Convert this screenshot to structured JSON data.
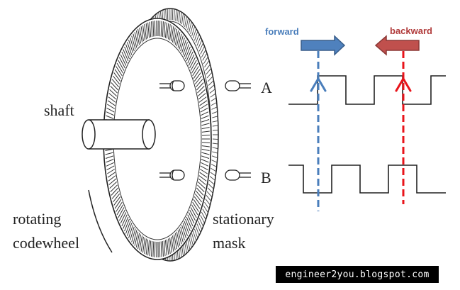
{
  "labels": {
    "shaft": "shaft",
    "rotating_line1": "rotating",
    "rotating_line2": "codewheel",
    "stationary_line1": "stationary",
    "stationary_line2": "mask",
    "channel_a": "A",
    "channel_b": "B"
  },
  "directions": {
    "forward": {
      "label": "forward",
      "color": "#4a7ebb"
    },
    "backward": {
      "label": "backward",
      "color": "#b03a3a"
    }
  },
  "marker_colors": {
    "forward": "#4a7ebb",
    "backward": "#e8141b"
  },
  "watermark": "engineer2you.blogspot.com",
  "icons": [
    "forward-arrow-icon",
    "backward-arrow-icon",
    "up-arrow-icon"
  ]
}
